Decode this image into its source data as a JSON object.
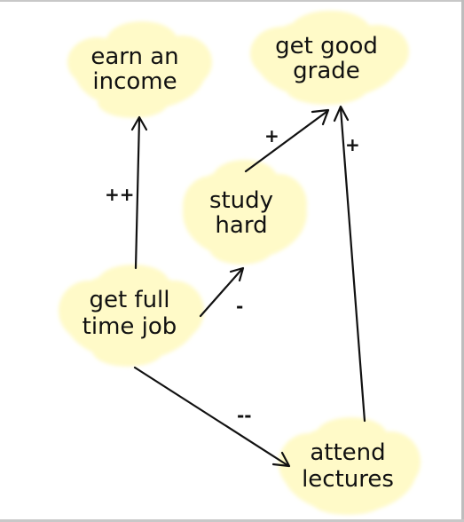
{
  "diagram": {
    "colors": {
      "background": "#ffffff",
      "cloud_fill": "#fffac8",
      "arrow": "#111111",
      "text": "#111111"
    },
    "nodes": {
      "earn_income": {
        "line1": "earn an",
        "line2": "income"
      },
      "good_grade": {
        "line1": "get good",
        "line2": "grade"
      },
      "study_hard": {
        "line1": "study",
        "line2": "hard"
      },
      "full_time_job": {
        "line1": "get full",
        "line2": "time job"
      },
      "attend_lectures": {
        "line1": "attend",
        "line2": "lectures"
      }
    },
    "edges": [
      {
        "from": "full_time_job",
        "to": "earn_income",
        "sign": "++"
      },
      {
        "from": "full_time_job",
        "to": "study_hard",
        "sign": "-"
      },
      {
        "from": "study_hard",
        "to": "good_grade",
        "sign": "+"
      },
      {
        "from": "attend_lectures",
        "to": "good_grade",
        "sign": "+"
      },
      {
        "from": "full_time_job",
        "to": "attend_lectures",
        "sign": "--"
      }
    ]
  }
}
